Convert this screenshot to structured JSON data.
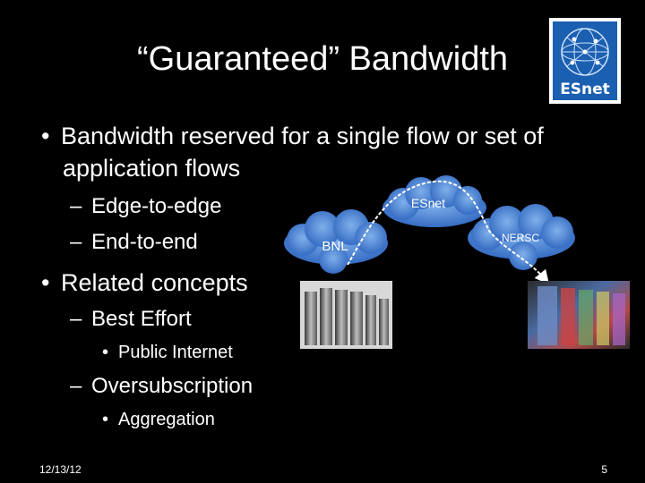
{
  "title": "“Guaranteed” Bandwidth",
  "logo": {
    "text": "ESnet"
  },
  "bullets": {
    "b1_line1": "Bandwidth reserved for a single flow or set of",
    "b1_line2": "application flows",
    "b1_sub1": "Edge-to-edge",
    "b1_sub2": "End-to-end",
    "b2": "Related concepts",
    "b2_sub1": "Best Effort",
    "b2_sub1_sub1": "Public Internet",
    "b2_sub2": "Oversubscription",
    "b2_sub2_sub1": "Aggregation"
  },
  "diagram": {
    "cloud_esnet": "ESnet",
    "cloud_bnl": "BNL",
    "cloud_nersc": "NERSC"
  },
  "footer": {
    "date": "12/13/12",
    "page": "5"
  }
}
